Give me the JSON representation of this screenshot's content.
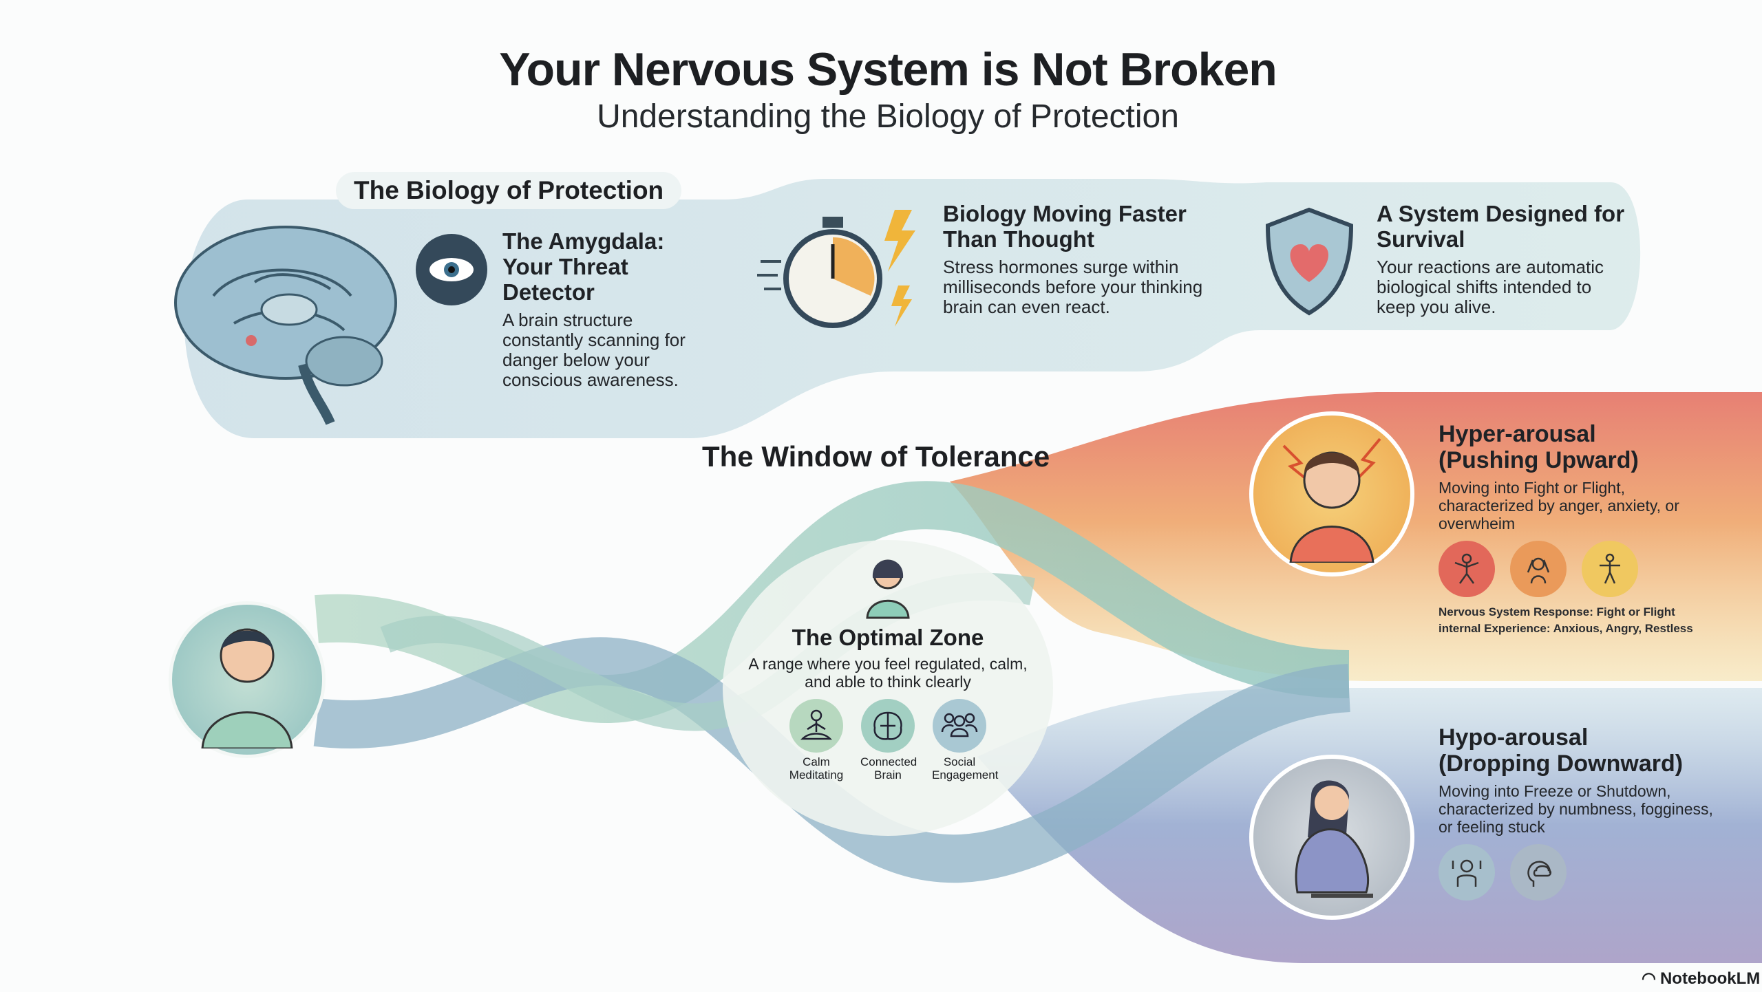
{
  "title": "Your Nervous System is Not Broken",
  "subtitle": "Understanding the Biology of Protection",
  "protection": {
    "label": "The Biology of Protection",
    "amygdala": {
      "title": "The Amygdala: Your Threat Detector",
      "body": "A brain structure constantly scanning for danger below your conscious awareness.",
      "icon": "eye-icon"
    },
    "speed": {
      "title": "Biology Moving Faster Than Thought",
      "body": "Stress hormones surge within milliseconds before your thinking brain can even react.",
      "icon": "stopwatch-icon"
    },
    "survival": {
      "title": "A System Designed for Survival",
      "body": "Your reactions are automatic biological shifts intended to keep you alive.",
      "icon": "shield-heart-icon"
    }
  },
  "window": {
    "label": "The Window of Tolerance",
    "optimal": {
      "title": "The Optimal Zone",
      "body": "A range where you feel regulated, calm, and able to think clearly",
      "icons": [
        {
          "label1": "Calm",
          "label2": "Meditating",
          "icon": "meditation-icon"
        },
        {
          "label1": "Connected",
          "label2": "Brain",
          "icon": "brain-icon"
        },
        {
          "label1": "Social",
          "label2": "Engagement",
          "icon": "people-icon"
        }
      ]
    },
    "hyper": {
      "title1": "Hyper-arousal",
      "title2": "(Pushing Upward)",
      "body": "Moving into Fight or Flight, characterized by anger, anxiety, or overwheim",
      "response": "Nervous System Response: Fight or Flight",
      "experience": "internal Experience: Anxious, Angry, Restless",
      "colors": [
        "#e2685a",
        "#ea9a5a",
        "#f0c860"
      ]
    },
    "hypo": {
      "title1": "Hypo-arousal",
      "title2": "(Dropping Downward)",
      "body": "Moving into Freeze or Shutdown, characterized by numbness, fogginess, or feeling stuck"
    }
  },
  "brand": "NotebookLM"
}
